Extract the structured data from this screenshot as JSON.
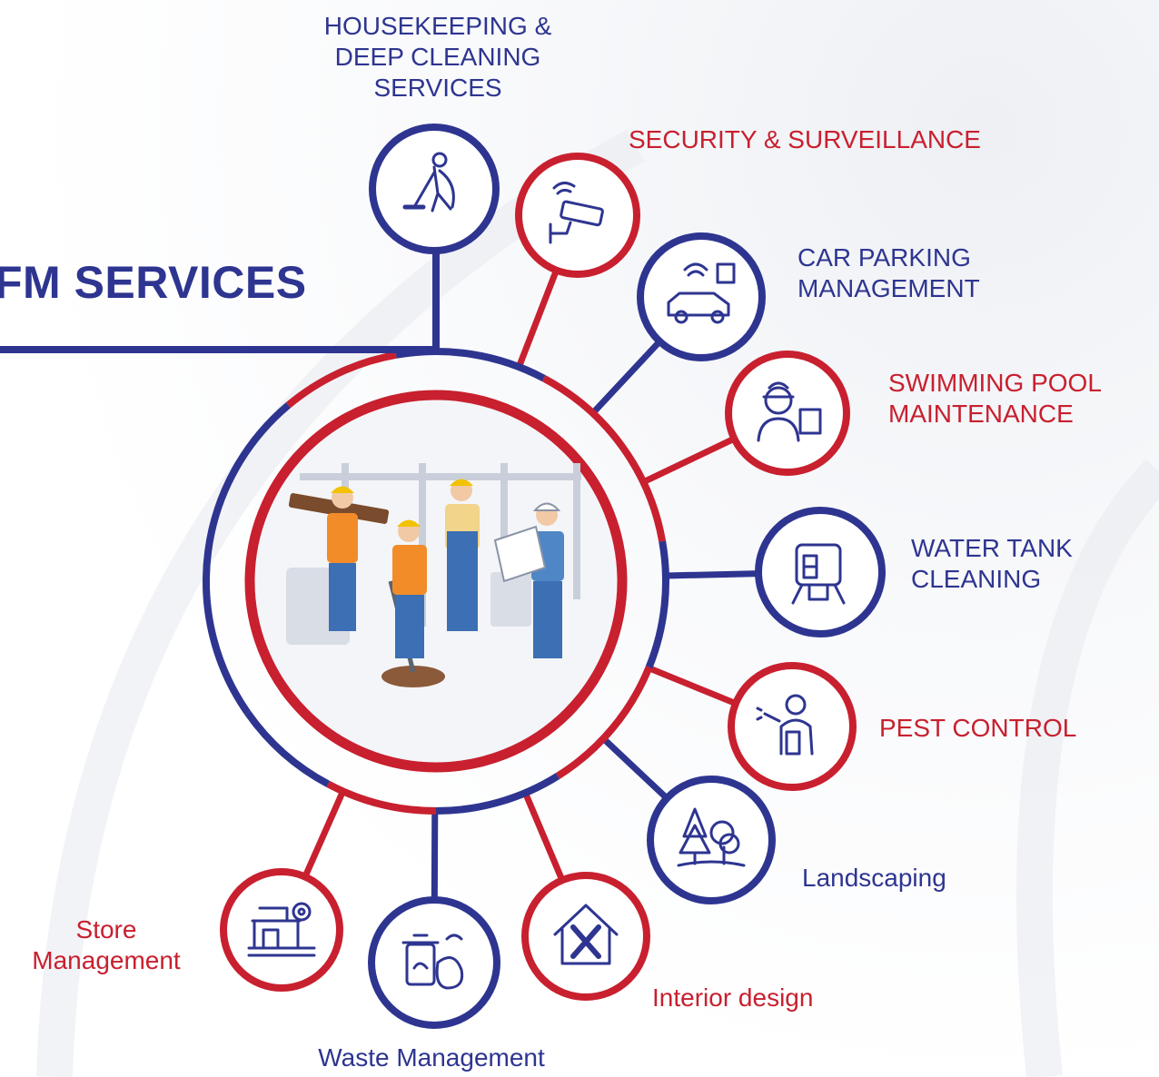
{
  "title": "FM SERVICES",
  "colors": {
    "blue": "#2e3590",
    "red": "#c8202f",
    "hub_fill": "#f4f5f8"
  },
  "services": [
    {
      "label": "HOUSEKEEPING &\nDEEP CLEANING\nSERVICES",
      "color": "blue",
      "icon": "mop-cleaner-icon"
    },
    {
      "label": "SECURITY & SURVEILLANCE",
      "color": "red",
      "icon": "cctv-camera-icon"
    },
    {
      "label": "CAR PARKING\nMANAGEMENT",
      "color": "blue",
      "icon": "car-parking-icon"
    },
    {
      "label": "SWIMMING POOL\nMAINTENANCE",
      "color": "red",
      "icon": "pool-technician-icon"
    },
    {
      "label": "WATER TANK\nCLEANING",
      "color": "blue",
      "icon": "water-tank-icon"
    },
    {
      "label": "PEST CONTROL",
      "color": "red",
      "icon": "pest-sprayer-icon"
    },
    {
      "label": "Landscaping",
      "color": "blue",
      "icon": "trees-icon"
    },
    {
      "label": "Interior design",
      "color": "red",
      "icon": "house-tools-icon"
    },
    {
      "label": "Waste Management",
      "color": "blue",
      "icon": "recycle-bin-icon"
    },
    {
      "label": "Store\nManagement",
      "color": "red",
      "icon": "store-gear-icon"
    }
  ]
}
